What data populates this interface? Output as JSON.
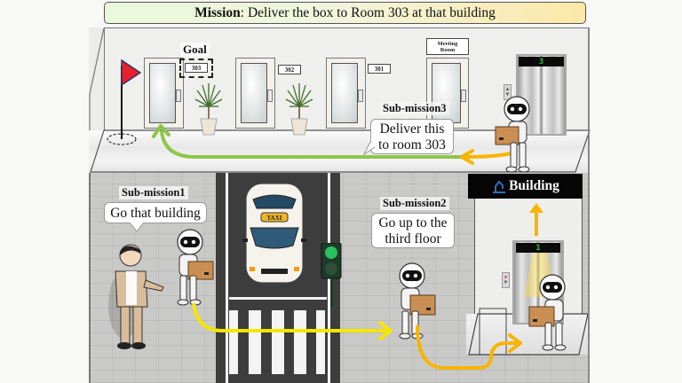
{
  "mission": {
    "label": "Mission",
    "separator": ":",
    "text": " Deliver the box to Room 303 at that building"
  },
  "upper_floor": {
    "goal_label": "Goal",
    "rooms": [
      {
        "number": "303",
        "is_goal": true
      },
      {
        "number": "302",
        "is_goal": false
      },
      {
        "number": "301",
        "is_goal": false
      }
    ],
    "meeting_room": {
      "line1": "Meeting",
      "line2": "Room"
    },
    "elevator_floor": "3",
    "sub_mission": {
      "title": "Sub-mission3",
      "line1": "Deliver this",
      "line2": "to room 303"
    }
  },
  "street": {
    "taxi_sign": "TAXI",
    "pedestrian_light": "green",
    "sub_mission1": {
      "title": "Sub-mission1",
      "text": "Go that building"
    },
    "sub_mission2": {
      "title": "Sub-mission2",
      "line1": "Go up to the",
      "line2": "third floor"
    }
  },
  "building": {
    "label": "Building",
    "elevator_floor": "1"
  },
  "colors": {
    "green_path": "#8dc64a",
    "orange_path": "#f7b500",
    "yellow_path": "#f5e600",
    "flag": "#e8202a",
    "banner_left": "#eaf8dc",
    "banner_right": "#fde8a8"
  }
}
